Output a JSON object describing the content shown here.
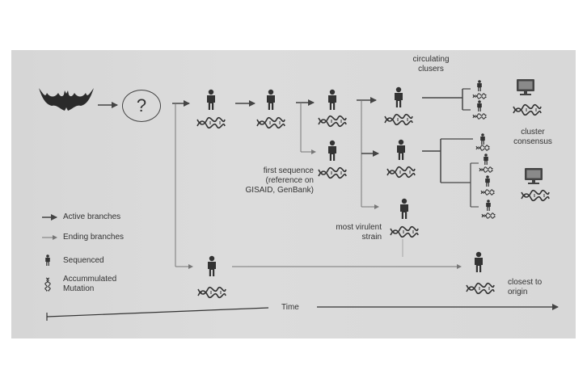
{
  "unknown_host_label": "?",
  "labels": {
    "circulating": "circulating clusers",
    "first_sequence": "first sequence (reference on GISAID, GenBank)",
    "most_virulent": "most virulent strain",
    "cluster_consensus": "cluster consensus",
    "closest": "closest to origin",
    "time": "Time"
  },
  "legend": {
    "active": "Active branches",
    "ending": "Ending branches",
    "sequenced": "Sequenced",
    "mutation": "Accummulated Mutation"
  },
  "colors": {
    "paper": "#d9d9d9",
    "ink": "#333333",
    "arrow": "#444444"
  },
  "icons": [
    "bat-icon",
    "person-icon",
    "dna-icon",
    "computer-icon",
    "arrow-icon"
  ]
}
